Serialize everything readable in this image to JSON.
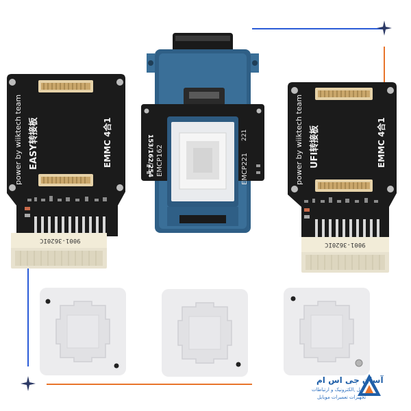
{
  "left_board": {
    "credit": "power by wiiktech team",
    "name": "EASY转接板",
    "model": "EMMC 4合1",
    "connector_code": "9001-3620IC"
  },
  "right_board": {
    "credit": "power by wiiktech team",
    "name": "UFI转接板",
    "model": "EMMC 4合1",
    "connector_code": "9001-3620IC"
  },
  "socket": {
    "label_left": "EMCP162",
    "label_code": "153/162/254",
    "label_right": "EMCP221",
    "label_small": "221"
  },
  "brand": {
    "name": "آسان جی اس ام",
    "tagline_1": "بیل ,الکترونیک و ارتباطات",
    "tagline_2": "تجهیزات تعمیرات موبایل"
  },
  "colors": {
    "pcb": "#1b1b1b",
    "socket_blue": "#2f5f86",
    "accent_blue": "#2a5bd7",
    "accent_orange": "#e8742b",
    "star": "#2d3a66"
  }
}
